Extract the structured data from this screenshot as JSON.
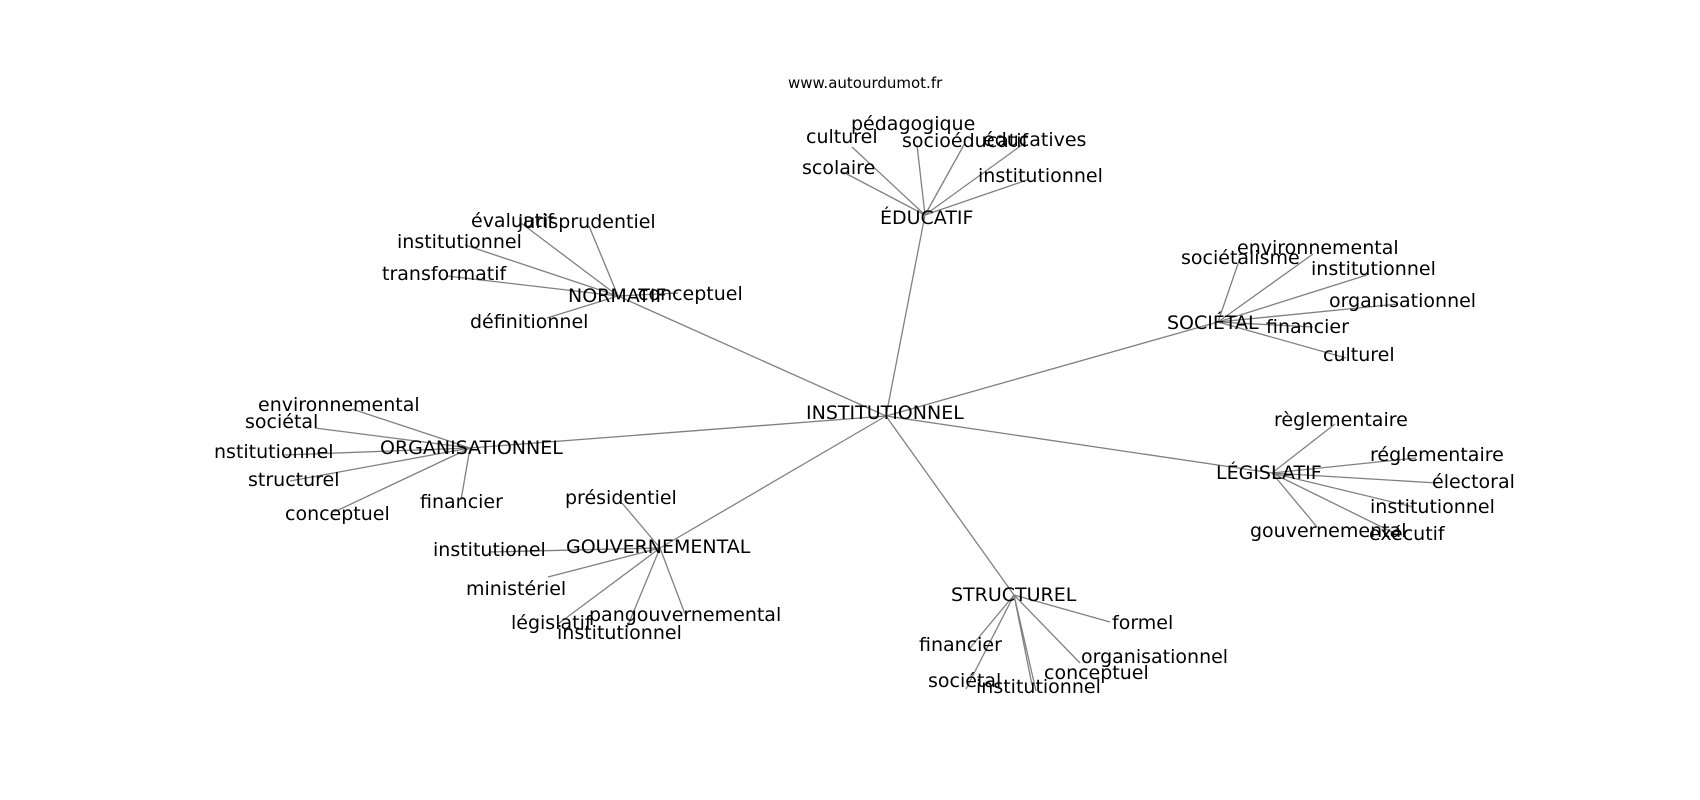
{
  "watermark": "www.autourdumot.fr",
  "center": "INSTITUTIONNEL",
  "hubs": [
    {
      "label": "ÉDUCATIF",
      "leaves": [
        "culturel",
        "pédagogique",
        "socioéducatif",
        "éducatives",
        "scolaire",
        "institutionnel"
      ]
    },
    {
      "label": "NORMATIF",
      "leaves": [
        "évaluatif",
        "jurisprudentiel",
        "institutionnel",
        "transformatif",
        "conceptuel",
        "définitionnel"
      ]
    },
    {
      "label": "SOCIÉTAL",
      "leaves": [
        "sociétalisme",
        "environnemental",
        "institutionnel",
        "organisationnel",
        "financier",
        "culturel"
      ]
    },
    {
      "label": "ORGANISATIONNEL",
      "leaves": [
        "environnemental",
        "sociétal",
        "nstitutionnel",
        "structurel",
        "conceptuel",
        "financier"
      ]
    },
    {
      "label": "LÉGISLATIF",
      "leaves": [
        "règlementaire",
        "réglementaire",
        "électoral",
        "institutionnel",
        "gouvernemental",
        "exécutif"
      ]
    },
    {
      "label": "GOUVERNEMENTAL",
      "leaves": [
        "présidentiel",
        "institutionel",
        "ministériel",
        "législatif",
        "pangouvernemental",
        "institutionnel"
      ]
    },
    {
      "label": "STRUCTUREL",
      "leaves": [
        "formel",
        "financier",
        "organisationnel",
        "conceptuel",
        "sociétal",
        "institutionnel"
      ]
    }
  ]
}
